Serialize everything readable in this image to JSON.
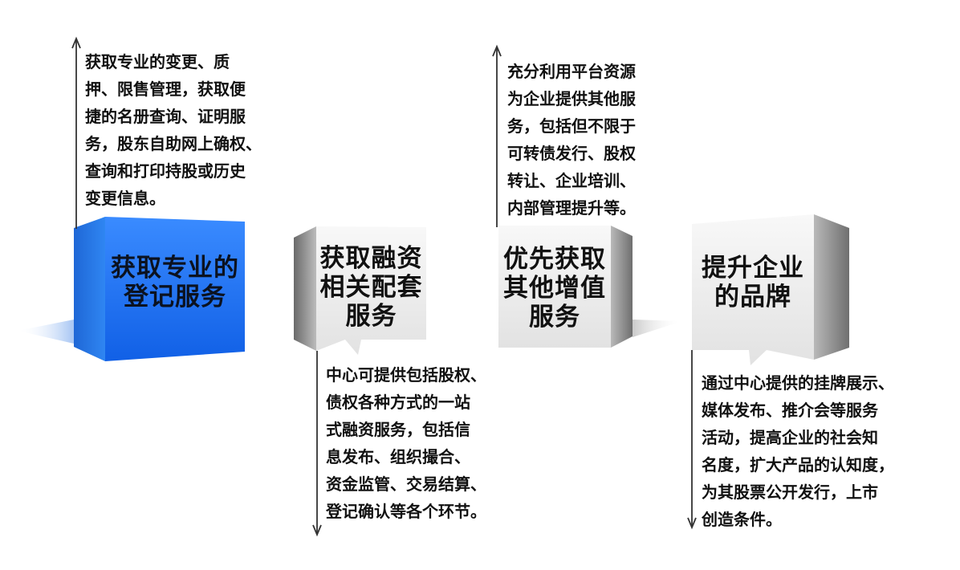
{
  "boxes": [
    {
      "label": "获取专业的\n登记服务"
    },
    {
      "label": "获取融资\n相关配套\n服务"
    },
    {
      "label": "优先获取\n其他增值\n服务"
    },
    {
      "label": "提升企业\n的品牌"
    }
  ],
  "descriptions": [
    {
      "text": "获取专业的变更、质\n押、限售管理，获取便\n捷的名册查询、证明服\n务，股东自助网上确权、\n查询和打印持股或历史\n变更信息。"
    },
    {
      "text": "中心可提供包括股权、\n债权各种方式的一站\n式融资服务，包括信\n息发布、组织撮合、\n资金监管、交易结算、\n登记确认等各个环节。"
    },
    {
      "text": "充分利用平台资源\n为企业提供其他服\n务，包括但不限于\n可转债发行、股权\n转让、企业培训、\n内部管理提升等。"
    },
    {
      "text": "通过中心提供的挂牌展示、\n媒体发布、推介会等服务\n活动，提高企业的社会知\n名度，扩大产品的认知度，\n为其股票公开发行，上市\n创造条件。"
    }
  ],
  "colors": {
    "accent": "#1d74f2",
    "box_grey": "#e9e9e9",
    "text": "#111111"
  }
}
